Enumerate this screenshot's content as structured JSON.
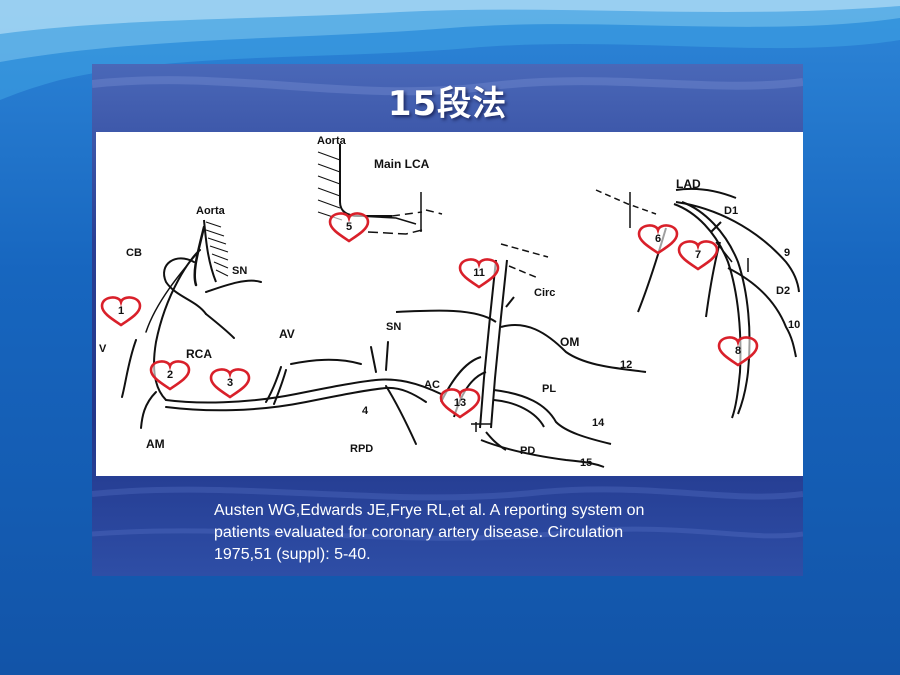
{
  "slide": {
    "title": "15段法"
  },
  "citation": {
    "lines": [
      "Austen WG,Edwards JE,Frye RL,et al. A reporting system on",
      "patients evaluated for coronary artery disease. Circulation",
      "1975,51 (suppl): 5-40."
    ]
  },
  "figure": {
    "rca": {
      "labels": {
        "aorta": "Aorta",
        "cb": "CB",
        "sn": "SN",
        "rca": "RCA",
        "v": "V",
        "am": "AM",
        "av": "AV",
        "rpd": "RPD",
        "n4": "4"
      },
      "segments": [
        "1",
        "2",
        "3"
      ]
    },
    "lca": {
      "labels": {
        "aorta": "Aorta",
        "main_lca": "Main LCA"
      },
      "segments": [
        "5"
      ]
    },
    "lcx": {
      "labels": {
        "circ": "Circ",
        "sn": "SN",
        "om": "OM",
        "n12": "12",
        "ac": "AC",
        "pl": "PL",
        "n14": "14",
        "pd": "PD",
        "n15": "15"
      },
      "segments": [
        "11",
        "13"
      ]
    },
    "lad": {
      "labels": {
        "lad": "LAD",
        "d1": "D1",
        "n9": "9",
        "d2": "D2",
        "n10": "10"
      },
      "segments": [
        "6",
        "7",
        "8"
      ]
    }
  },
  "colors": {
    "heart": "#d9202a",
    "background": "#1a5fb4",
    "panel": "#2a3f94"
  }
}
